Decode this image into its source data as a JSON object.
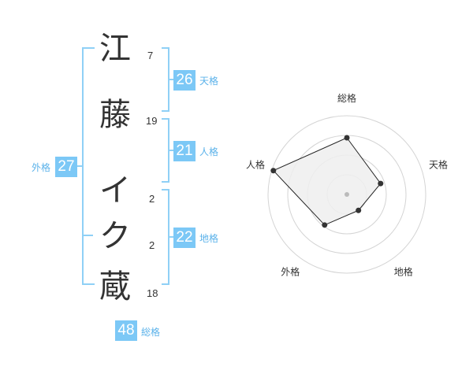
{
  "name_chars": [
    {
      "char": "江",
      "strokes": "7"
    },
    {
      "char": "藤",
      "strokes": "19"
    },
    {
      "char": "イ",
      "strokes": "2"
    },
    {
      "char": "ク",
      "strokes": "2"
    },
    {
      "char": "蔵",
      "strokes": "18"
    }
  ],
  "fortunes": {
    "tenkaku": {
      "value": "26",
      "label": "天格"
    },
    "jinkaku": {
      "value": "21",
      "label": "人格"
    },
    "chikaku": {
      "value": "22",
      "label": "地格"
    },
    "gaikaku": {
      "value": "27",
      "label": "外格"
    },
    "soukaku": {
      "value": "48",
      "label": "総格"
    }
  },
  "chart_data": {
    "type": "radar",
    "axes": [
      "総格",
      "天格",
      "地格",
      "外格",
      "人格"
    ],
    "values": [
      0.72,
      0.45,
      0.25,
      0.48,
      0.98
    ],
    "max": 1,
    "rings": 4,
    "colors": {
      "fill": "#eeeeee",
      "line": "#222222",
      "grid": "#d4d4d4",
      "point": "#333333",
      "center": "#bbbbbb"
    }
  }
}
